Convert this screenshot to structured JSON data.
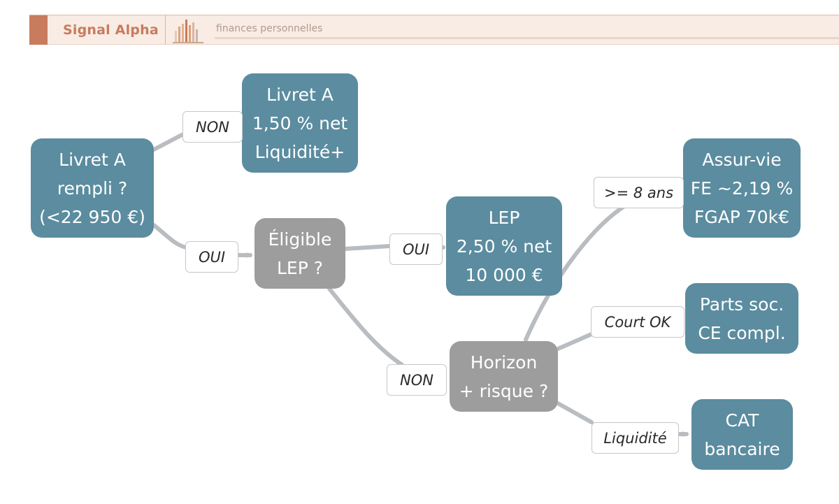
{
  "header": {
    "brand": "Signal Alpha",
    "tagline": "finances personnelles",
    "logo_icon": "bar-chart-logo-icon"
  },
  "colors": {
    "accent": "#c97b5d",
    "leaf_node": "#5b8c9f",
    "decision_node": "#9d9d9d",
    "edge": "#b9bdc1"
  },
  "diagram": {
    "nodes": {
      "livret_rempli": [
        "Livret A",
        "rempli ?",
        "(<22 950 €)"
      ],
      "livret_a": [
        "Livret A",
        "1,50 % net",
        "Liquidité+"
      ],
      "eligible_lep": [
        "Éligible",
        "LEP ?"
      ],
      "lep": [
        "LEP",
        "2,50 % net",
        "10 000 €"
      ],
      "horizon": [
        "Horizon",
        "+ risque ?"
      ],
      "assur_vie": [
        "Assur-vie",
        "FE ~2,19 %",
        "FGAP 70k€"
      ],
      "parts_soc": [
        "Parts soc.",
        "CE compl."
      ],
      "cat": [
        "CAT",
        "bancaire"
      ]
    },
    "edges": {
      "non_1": "NON",
      "oui_1": "OUI",
      "oui_2": "OUI",
      "non_2": "NON",
      "ge8ans": ">= 8 ans",
      "court_ok": "Court OK",
      "liquidite": "Liquidité"
    }
  }
}
